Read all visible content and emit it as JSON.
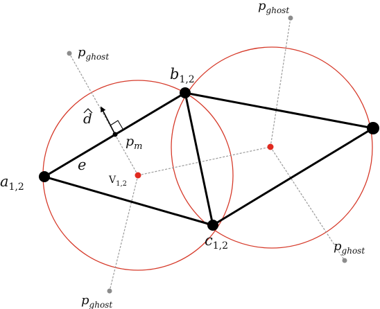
{
  "labels": {
    "a": {
      "base": "a",
      "sub": "1,2"
    },
    "b": {
      "base": "b",
      "sub": "1,2"
    },
    "c": {
      "base": "c",
      "sub": "1,2"
    },
    "e": "e",
    "d_hat": "d",
    "p_m": {
      "base": "p",
      "sub": "m"
    },
    "v": {
      "base": "V",
      "sub": "1,2"
    },
    "ghost_top": {
      "base": "p",
      "sub": "ghost"
    },
    "ghost_upper_left": {
      "base": "p",
      "sub": "ghost"
    },
    "ghost_bottom_left": {
      "base": "p",
      "sub": "ghost"
    },
    "ghost_bottom_right": {
      "base": "p",
      "sub": "ghost"
    }
  },
  "colors": {
    "circle": "#d63a2a",
    "center_point": "#e02a1f",
    "edge": "#000000",
    "dashed": "#9a9a9a",
    "ghost_point": "#8c8c8c"
  }
}
